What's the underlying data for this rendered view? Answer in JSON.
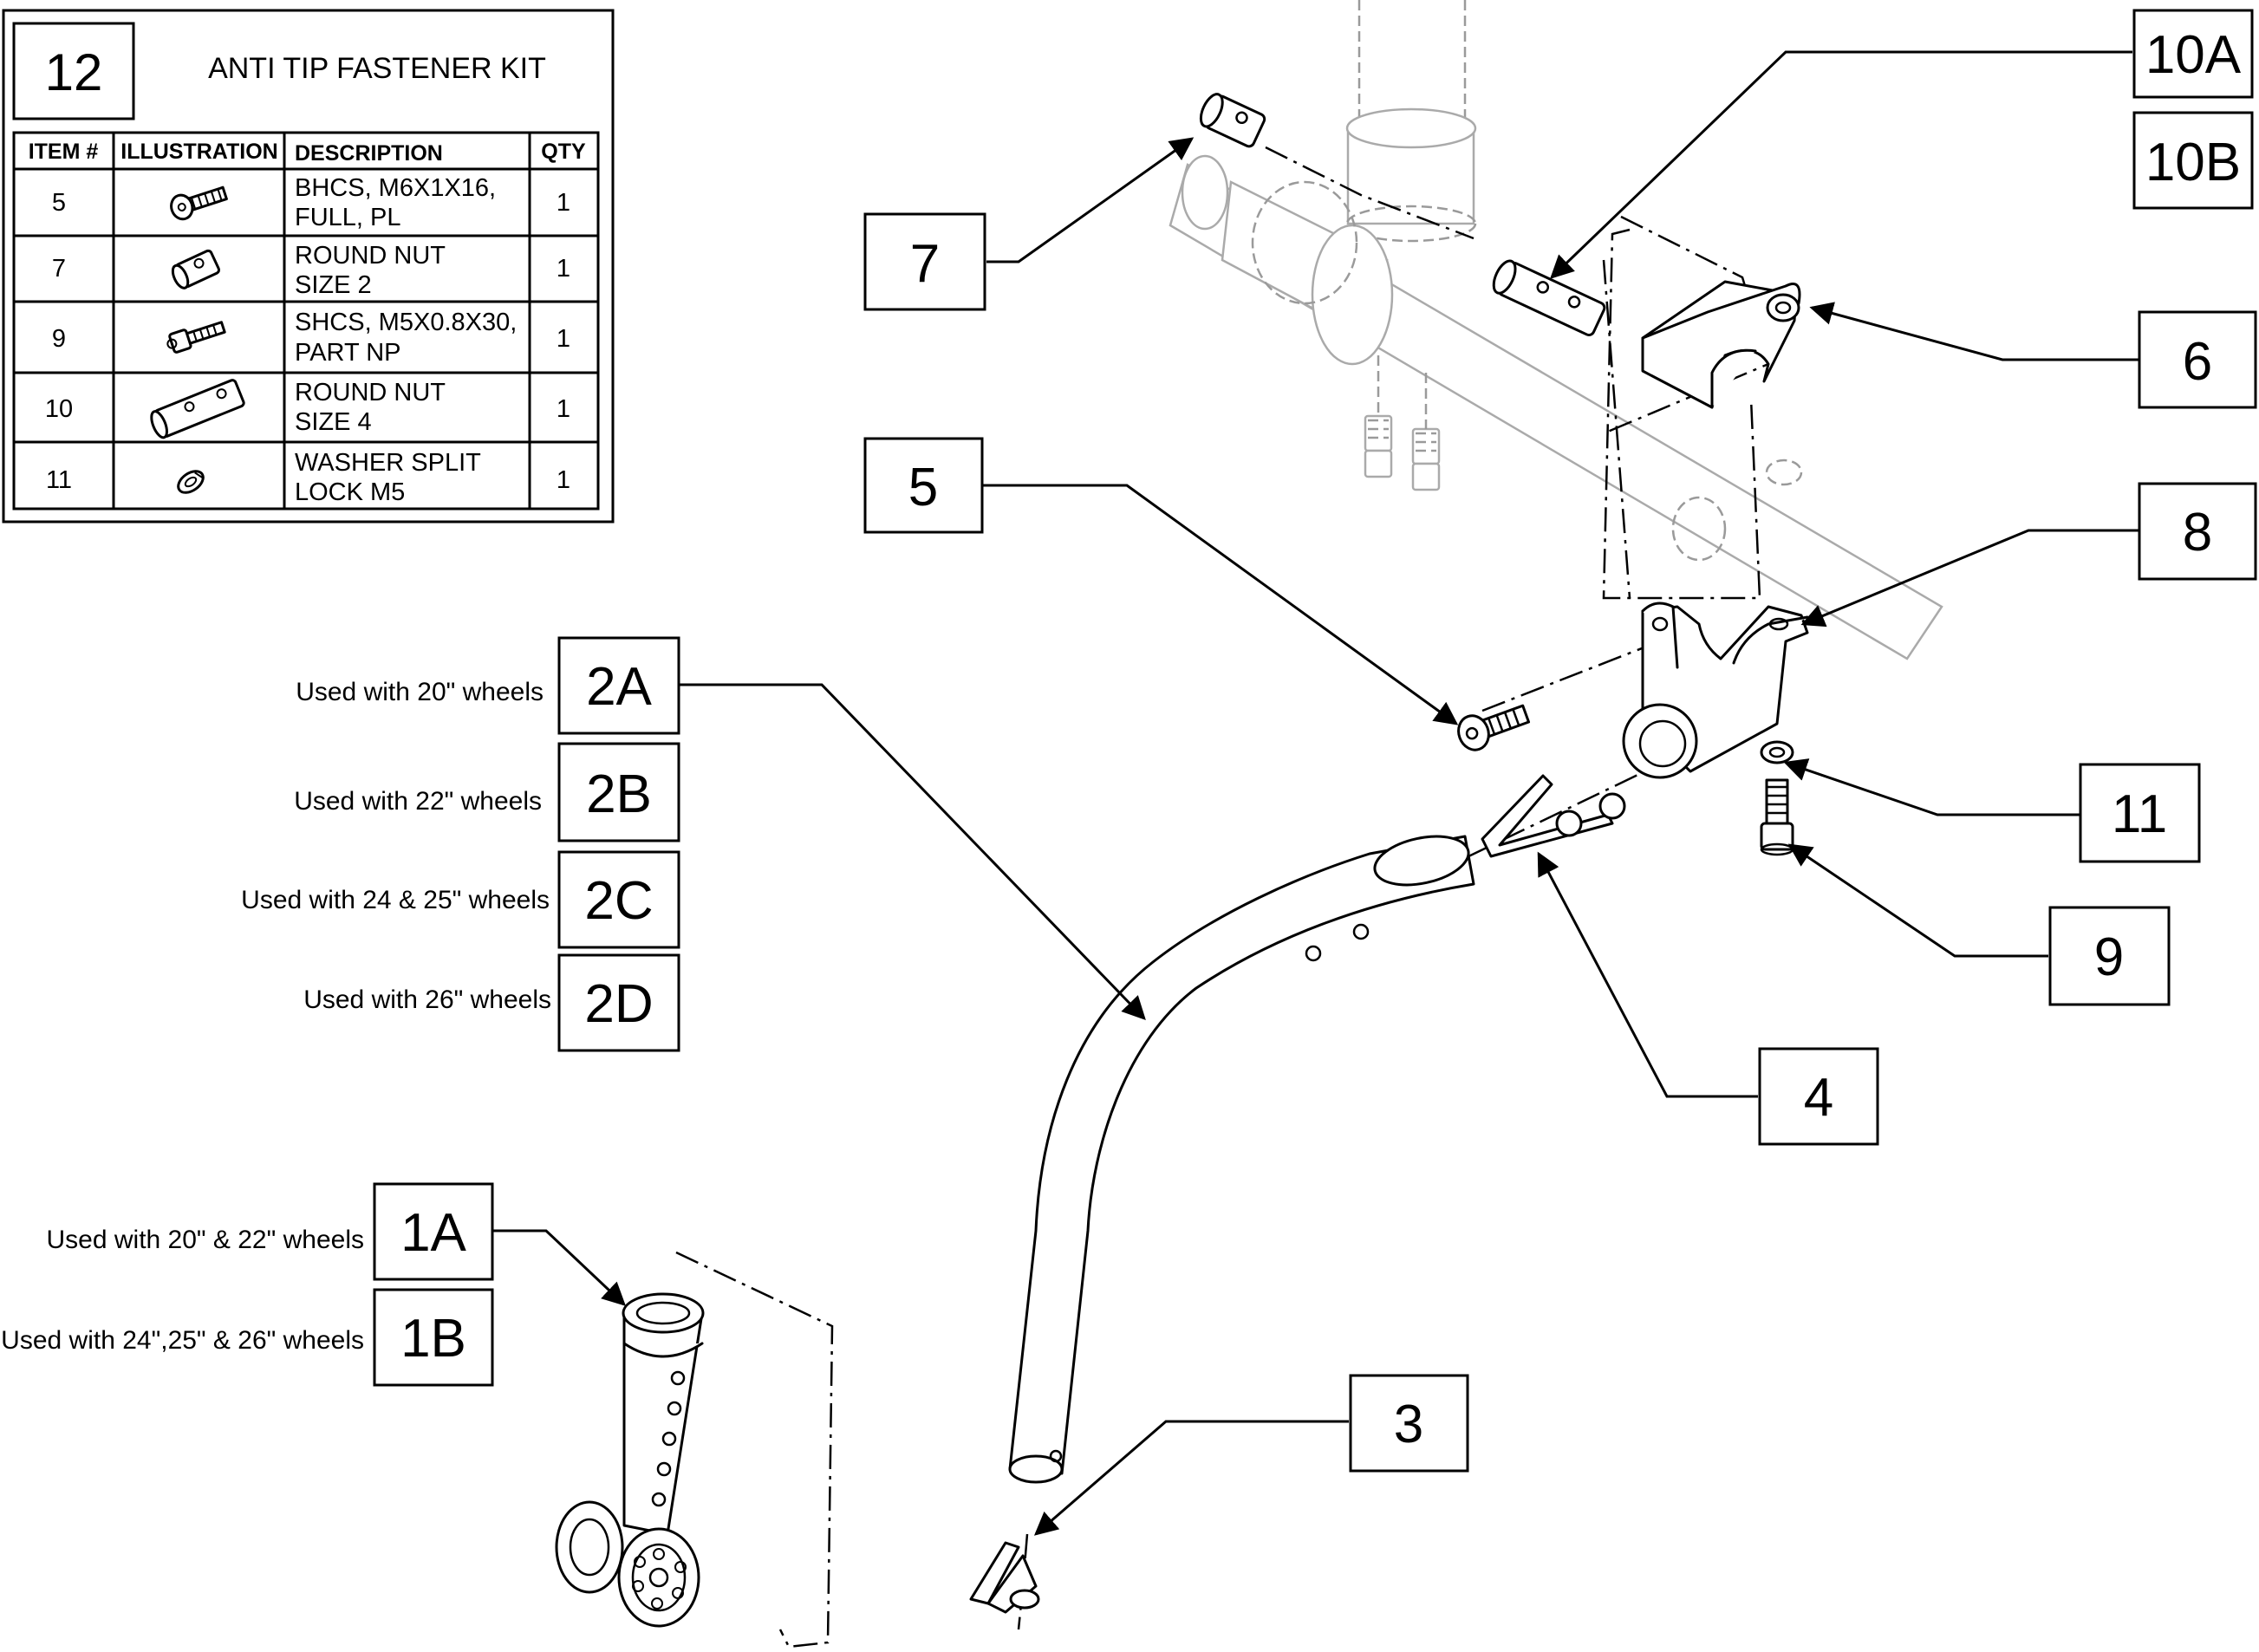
{
  "kit": {
    "number": "12",
    "title": "ANTI TIP FASTENER KIT",
    "headers": [
      "ITEM #",
      "ILLUSTRATION",
      "DESCRIPTION",
      "QTY"
    ],
    "rows": [
      {
        "item": "5",
        "icon": "button-head-screw-icon",
        "desc1": "BHCS, M6X1X16,",
        "desc2": "FULL, PL",
        "qty": "1"
      },
      {
        "item": "7",
        "icon": "round-nut-small-icon",
        "desc1": "ROUND NUT",
        "desc2": "SIZE 2",
        "qty": "1"
      },
      {
        "item": "9",
        "icon": "socket-head-screw-icon",
        "desc1": "SHCS, M5X0.8X30,",
        "desc2": "PART NP",
        "qty": "1"
      },
      {
        "item": "10",
        "icon": "round-nut-long-icon",
        "desc1": "ROUND NUT",
        "desc2": "SIZE 4",
        "qty": "1"
      },
      {
        "item": "11",
        "icon": "split-lock-washer-icon",
        "desc1": "WASHER SPLIT",
        "desc2": "LOCK M5",
        "qty": "1"
      }
    ]
  },
  "callouts": {
    "c10A": "10A",
    "c10B": "10B",
    "c7": "7",
    "c6": "6",
    "c5": "5",
    "c8": "8",
    "c2A": "2A",
    "c2B": "2B",
    "c2C": "2C",
    "c2D": "2D",
    "c11": "11",
    "c9": "9",
    "c4": "4",
    "c1A": "1A",
    "c1B": "1B",
    "c3": "3"
  },
  "notes": {
    "n2A": "Used with 20\" wheels",
    "n2B": "Used with 22\" wheels",
    "n2C": "Used with 24 & 25\" wheels",
    "n2D": "Used with 26\" wheels",
    "n1A": "Used with 20\" & 22\" wheels",
    "n1B": "Used with 24\",25\" & 26\" wheels"
  }
}
